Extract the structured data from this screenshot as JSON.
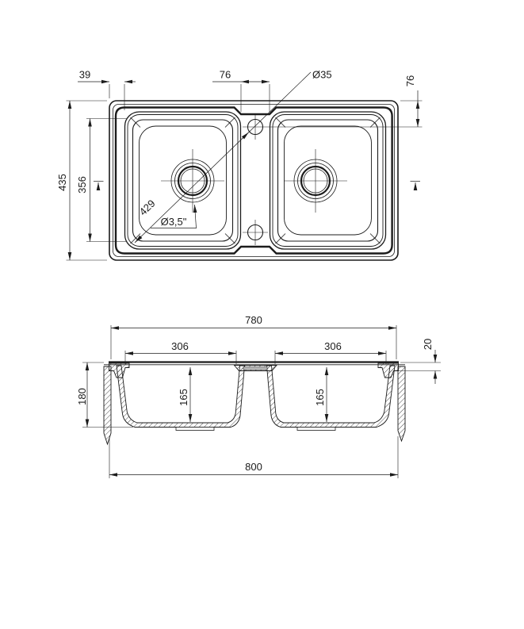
{
  "drawing": {
    "background": "#ffffff",
    "line_color": "#1c1c1c",
    "top_view": {
      "dims": {
        "left_offset": "39",
        "hole_spacing": "76",
        "hole_diameter": "Ø35",
        "hole_from_edge": "76",
        "overall_depth": "435",
        "inner_depth": "356",
        "diagonal": "429",
        "drain_size": "Ø3,5\""
      }
    },
    "section_view": {
      "dims": {
        "top_width": "780",
        "bowl_width_left": "306",
        "bowl_width_right": "306",
        "rim_thickness": "20",
        "total_depth": "180",
        "bowl_depth_left": "165",
        "bowl_depth_right": "165",
        "overall_width": "800"
      }
    }
  }
}
